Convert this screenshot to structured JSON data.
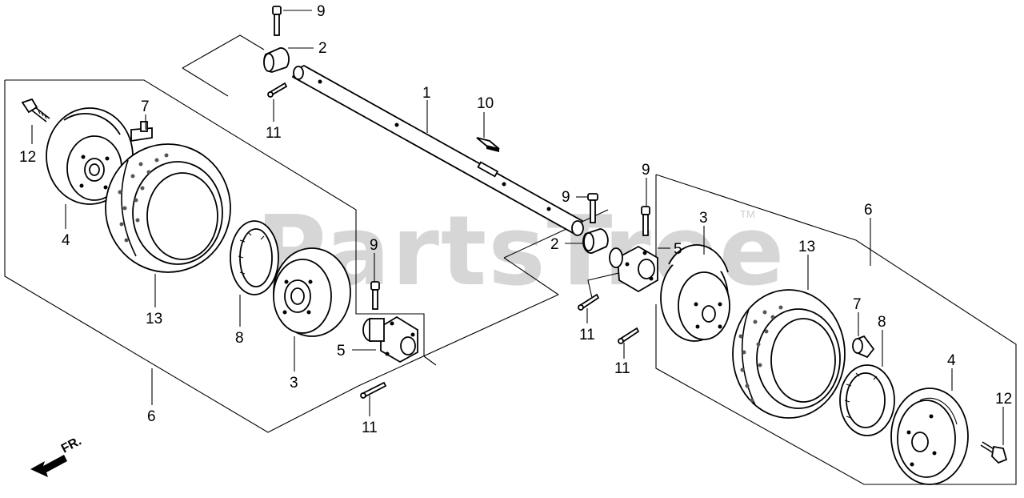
{
  "watermark": {
    "text": "PartsTree",
    "trademark": "TM"
  },
  "direction": {
    "label": "FR."
  },
  "callouts": {
    "axle": "1",
    "bushing_left": "2",
    "bushing_right": "2",
    "hub_half_left": "3",
    "hub_half_right_inner": "3",
    "rim_left": "4",
    "rim_right": "4",
    "flange_hub_left": "5",
    "flange_hub_right": "5",
    "wheel_assembly_left": "6",
    "wheel_assembly_right": "6",
    "valve_left": "7",
    "valve_right": "7",
    "seal_left": "8",
    "seal_right": "8",
    "pin_top": "9",
    "pin_left_hub": "9",
    "pin_center": "9",
    "pin_right": "9",
    "key": "10",
    "cotter_top": "11",
    "cotter_left_hub": "11",
    "cotter_center_1": "11",
    "cotter_center_2": "11",
    "bolt_left": "12",
    "bolt_right": "12",
    "tire_left": "13",
    "tire_right": "13"
  }
}
